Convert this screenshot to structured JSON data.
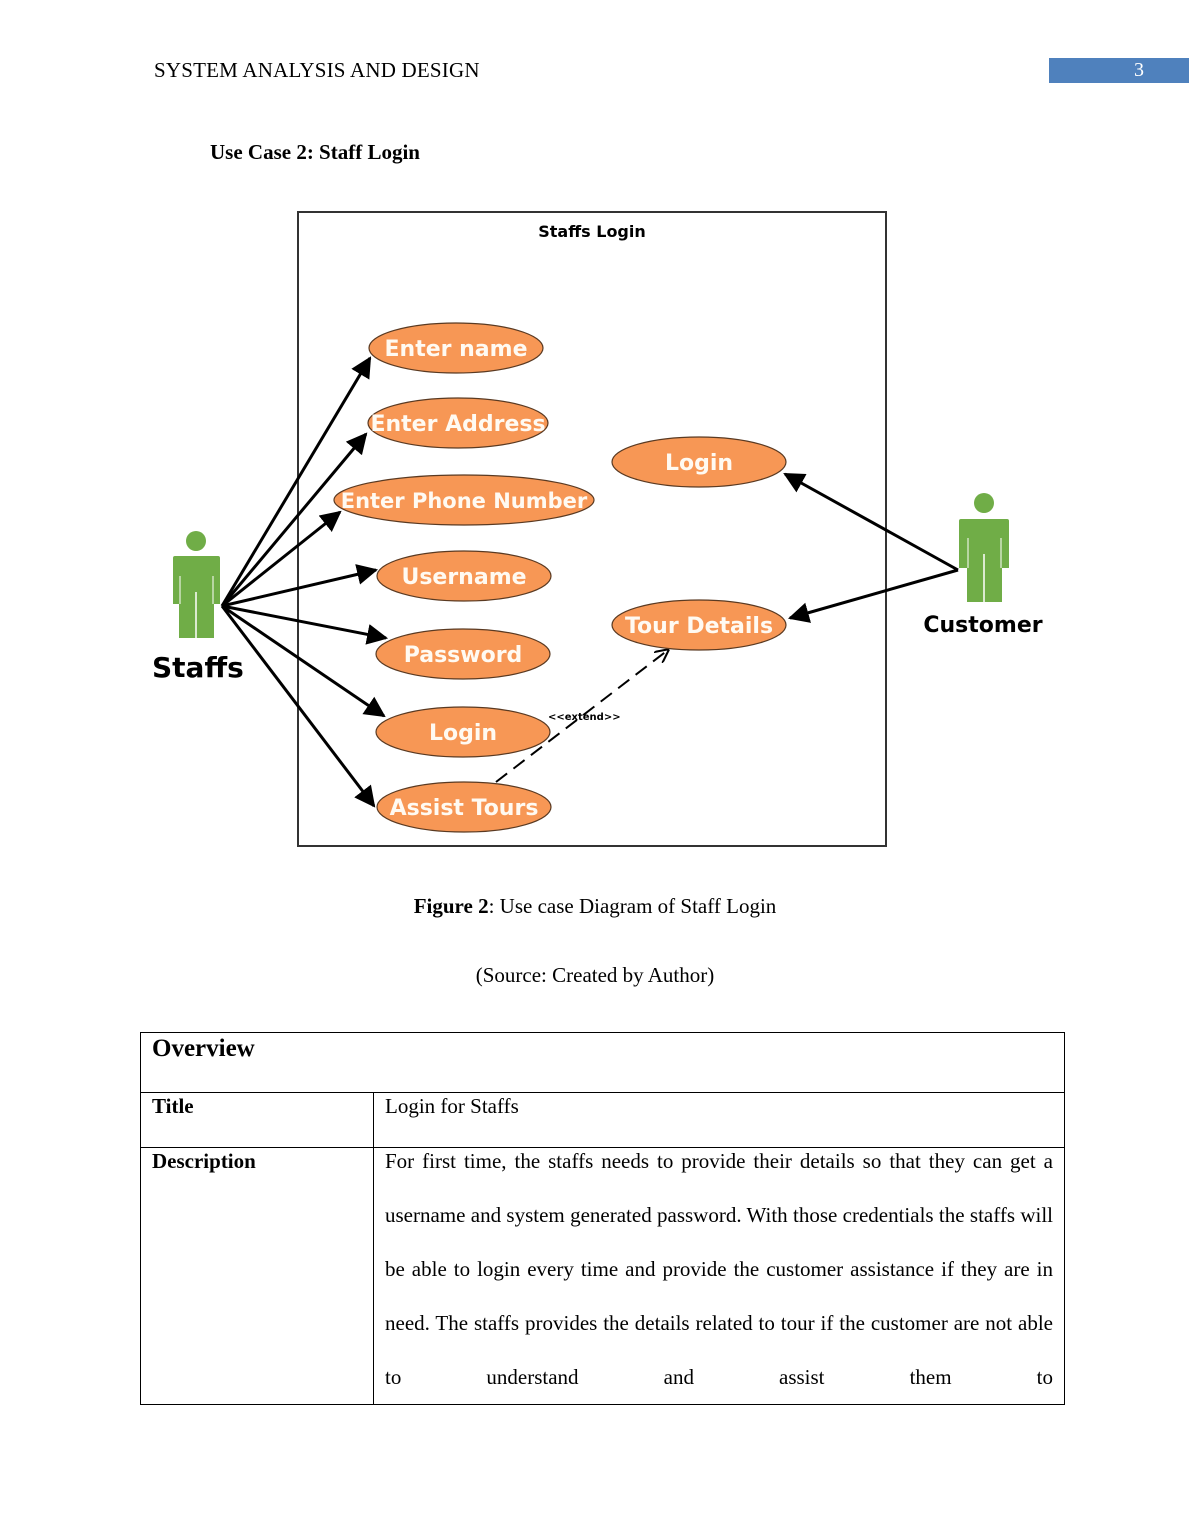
{
  "header": {
    "running_title": "SYSTEM ANALYSIS AND DESIGN",
    "page_number": "3"
  },
  "section": {
    "heading": "Use Case 2: Staff Login"
  },
  "diagram": {
    "system_boundary_title": "Staffs Login",
    "colors": {
      "use_case_fill": "#f79755",
      "actor_fill": "#70ad47",
      "line": "#000000"
    },
    "actors": [
      {
        "id": "staffs",
        "label": "Staffs"
      },
      {
        "id": "customer",
        "label": "Customer"
      }
    ],
    "use_cases": [
      {
        "id": "enter-name",
        "label": "Enter name"
      },
      {
        "id": "enter-address",
        "label": "Enter Address"
      },
      {
        "id": "enter-phone",
        "label": "Enter Phone Number"
      },
      {
        "id": "username",
        "label": "Username"
      },
      {
        "id": "password",
        "label": "Password"
      },
      {
        "id": "staff-login",
        "label": "Login"
      },
      {
        "id": "assist-tours",
        "label": "Assist Tours"
      },
      {
        "id": "customer-login",
        "label": "Login"
      },
      {
        "id": "tour-details",
        "label": "Tour Details"
      }
    ],
    "associations": [
      {
        "from": "staffs",
        "to": "enter-name"
      },
      {
        "from": "staffs",
        "to": "enter-address"
      },
      {
        "from": "staffs",
        "to": "enter-phone"
      },
      {
        "from": "staffs",
        "to": "username"
      },
      {
        "from": "staffs",
        "to": "password"
      },
      {
        "from": "staffs",
        "to": "staff-login"
      },
      {
        "from": "staffs",
        "to": "assist-tours"
      },
      {
        "from": "customer",
        "to": "customer-login"
      },
      {
        "from": "customer",
        "to": "tour-details"
      }
    ],
    "extend": {
      "from": "assist-tours",
      "to": "tour-details",
      "label": "<<extend>>"
    }
  },
  "figure": {
    "label": "Figure 2",
    "caption_rest": ": Use case Diagram of Staff Login",
    "source": "(Source: Created by Author)"
  },
  "overview_table": {
    "heading": "Overview",
    "rows": [
      {
        "label": "Title",
        "value": "Login for Staffs"
      },
      {
        "label": "Description",
        "value": "For first time, the staffs needs to provide their details so that they can get a username and system generated password. With those credentials the staffs will be able to login every time and provide the customer assistance if they are in need. The staffs provides the details related to tour if the customer are not able to understand and assist them to"
      }
    ]
  }
}
